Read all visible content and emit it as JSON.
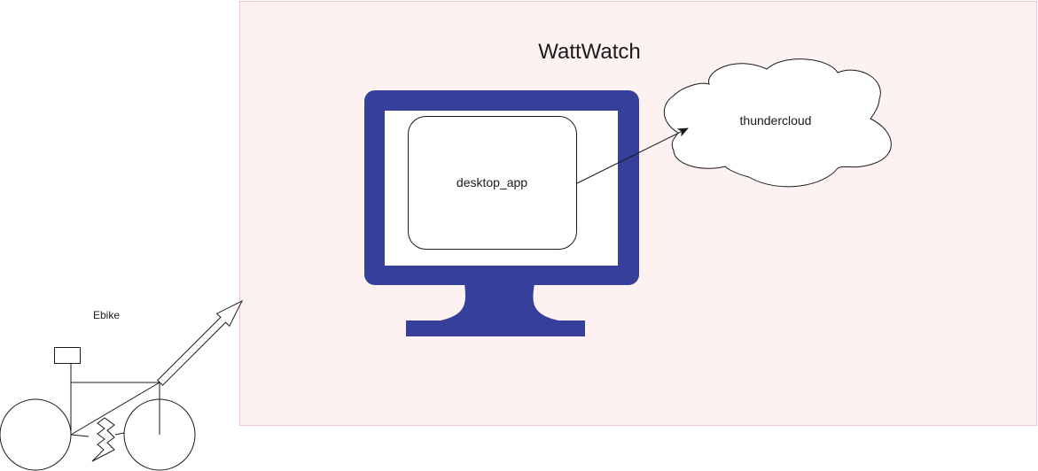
{
  "diagram": {
    "title": "WattWatch",
    "nodes": {
      "desktop_app": "desktop_app",
      "cloud": "thundercloud",
      "ebike": "Ebike"
    },
    "edges": [
      {
        "from": "desktop_app",
        "to": "thundercloud"
      },
      {
        "from": "Ebike",
        "to": "WattWatch"
      }
    ],
    "icons": [
      "monitor-icon",
      "cloud-icon",
      "bicycle-icon",
      "lightning-icon",
      "arrow-icon"
    ]
  },
  "colors": {
    "container_fill": "#fdf1f1",
    "container_stroke": "#f0c8c8",
    "monitor": "#36409a",
    "line": "#1a1a1a"
  }
}
